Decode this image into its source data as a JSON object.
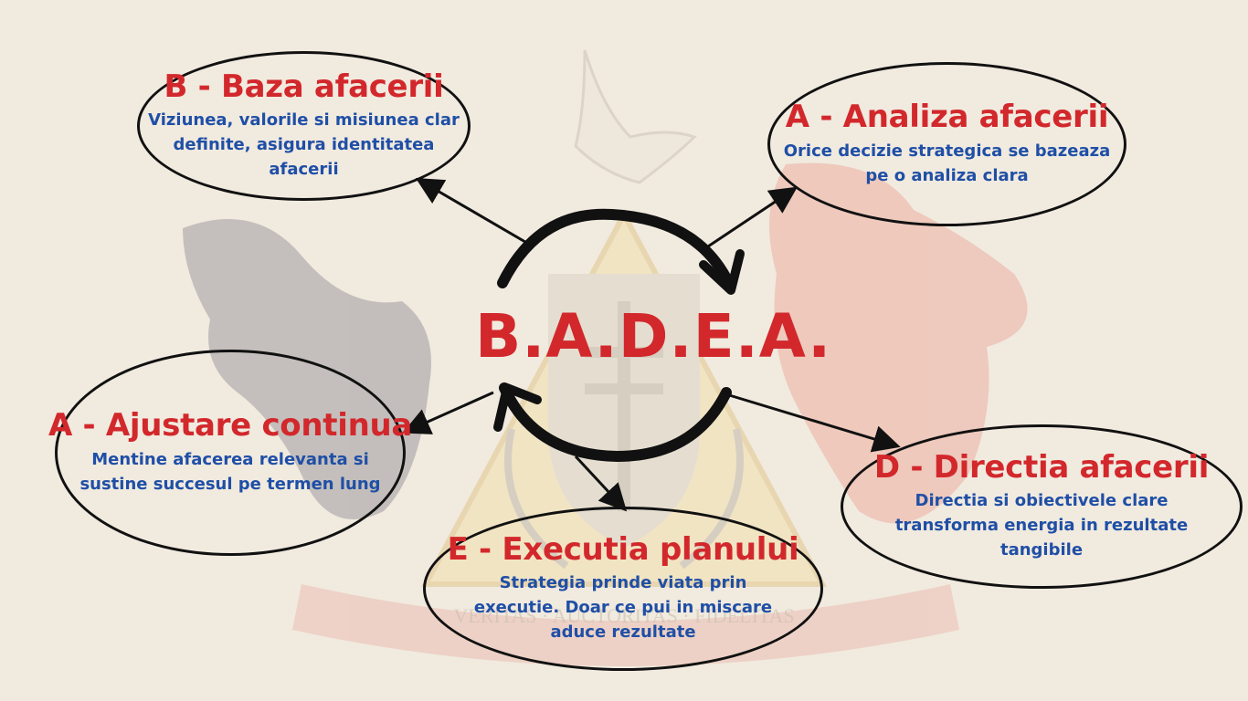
{
  "center": {
    "title": "B.A.D.E.A."
  },
  "nodes": {
    "baza": {
      "title": "B - Baza afacerii",
      "desc": "Viziunea, valorile si misiunea clar definite, asigura identitatea afacerii"
    },
    "analiza": {
      "title": "A - Analiza afacerii",
      "desc": "Orice decizie strategica se bazeaza pe o analiza clara"
    },
    "ajustare": {
      "title": "A - Ajustare continua",
      "desc": "Mentine afacerea relevanta si sustine succesul pe termen lung"
    },
    "executia": {
      "title": "E - Executia planului",
      "desc": "Strategia prinde viata prin executie. Doar ce pui in miscare aduce rezultate"
    },
    "directia": {
      "title": "D - Directia afacerii",
      "desc": "Directia si obiectivele clare transforma energia in rezultate tangibile"
    }
  },
  "watermark": {
    "motto": "VERITAS · AUCTORITAS · FIDELITAS"
  },
  "colors": {
    "title": "#d2282c",
    "desc": "#1f4fa6",
    "stroke": "#111111",
    "background": "#f1eadf"
  }
}
